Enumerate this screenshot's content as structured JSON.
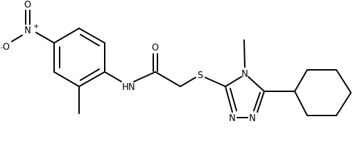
{
  "atoms": {
    "nitro_o_minus": "O",
    "nitro_minus_sign": "-",
    "nitro_n": "N",
    "nitro_plus_sign": "+",
    "nitro_o_top": "O",
    "carbonyl_o": "O",
    "amide_n": "N",
    "amide_h": "H",
    "thioether_s": "S",
    "ring_n4": "N",
    "ring_n1": "N",
    "ring_n2": "N"
  },
  "colors": {
    "bond": "#000000",
    "label": "#000000",
    "background": "#ffffff"
  }
}
